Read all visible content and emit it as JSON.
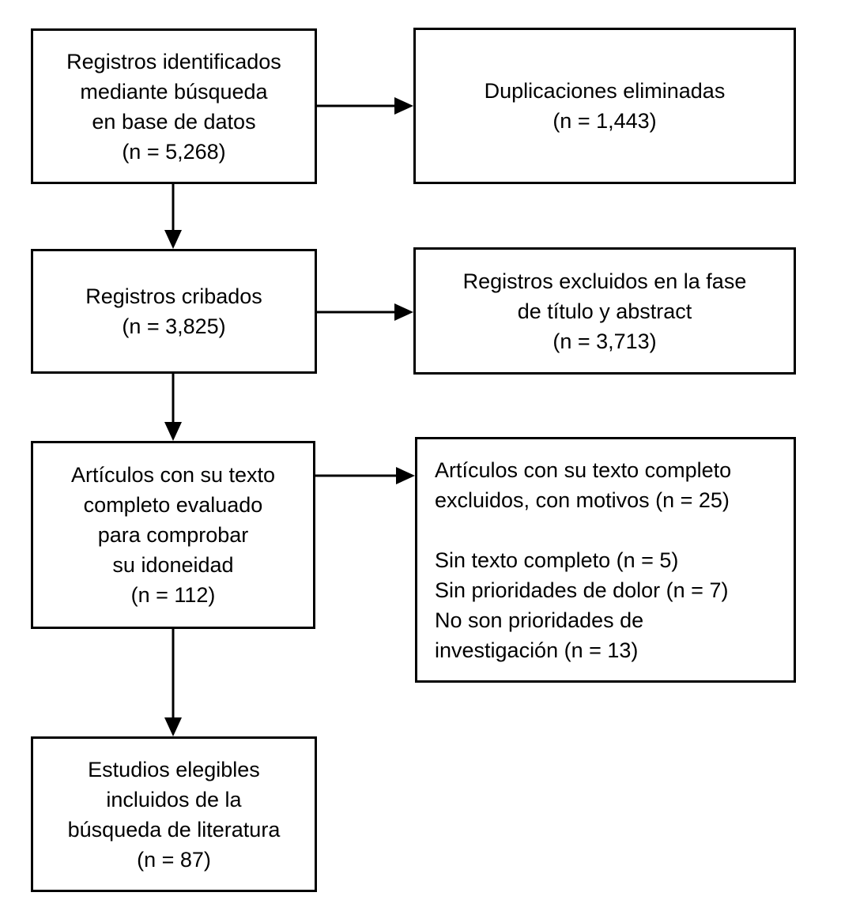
{
  "colors": {
    "background": "#ffffff",
    "box_border": "#000000",
    "text": "#000000",
    "arrow": "#000000"
  },
  "flowchart": {
    "boxes": {
      "identified": {
        "text": "Registros identificados\nmediante búsqueda\nen base de datos\n(n = 5,268)",
        "n": "5,268"
      },
      "duplicates_removed": {
        "text": "Duplicaciones eliminadas\n(n = 1,443)",
        "n": "1,443"
      },
      "screened": {
        "text": "Registros cribados\n(n = 3,825)",
        "n": "3,825"
      },
      "excluded_title_abstract": {
        "text": "Registros excluidos en la fase\nde título y abstract\n(n = 3,713)",
        "n": "3,713"
      },
      "fulltext_assessed": {
        "text": "Artículos con su texto\ncompleto evaluado\npara comprobar\nsu idoneidad\n(n = 112)",
        "n": "112"
      },
      "fulltext_excluded": {
        "text": "Artículos con su texto completo\nexcluidos, con motivos (n = 25)\n\nSin texto completo (n = 5)\nSin prioridades de dolor (n = 7)\nNo son prioridades de\ninvestigación (n = 13)",
        "n": "25",
        "reasons": [
          {
            "label": "Sin texto completo",
            "n": "5"
          },
          {
            "label": "Sin prioridades de dolor",
            "n": "7"
          },
          {
            "label": "No son prioridades de investigación",
            "n": "13"
          }
        ]
      },
      "included": {
        "text": "Estudios elegibles\nincluidos de la\nbúsqueda de literatura\n(n = 87)",
        "n": "87"
      }
    },
    "connections": [
      {
        "from": "identified",
        "to": "duplicates_removed"
      },
      {
        "from": "identified",
        "to": "screened"
      },
      {
        "from": "screened",
        "to": "excluded_title_abstract"
      },
      {
        "from": "screened",
        "to": "fulltext_assessed"
      },
      {
        "from": "fulltext_assessed",
        "to": "fulltext_excluded"
      },
      {
        "from": "fulltext_assessed",
        "to": "included"
      }
    ]
  }
}
